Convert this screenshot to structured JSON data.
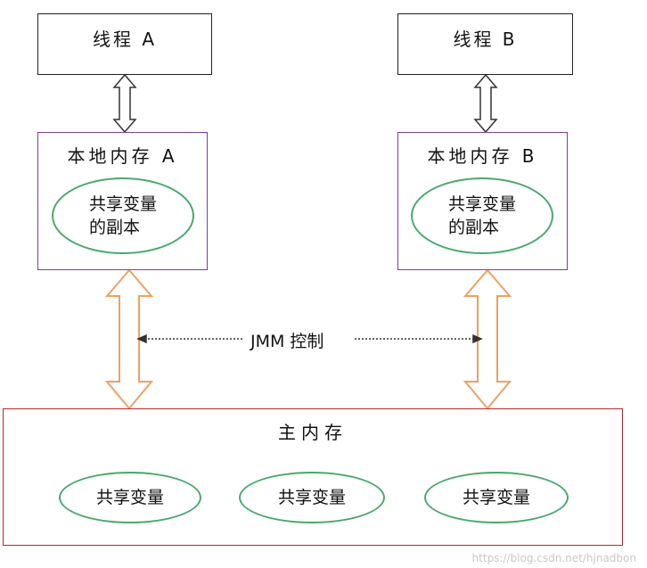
{
  "thread_a": {
    "label": "线程 A"
  },
  "thread_b": {
    "label": "线程 B"
  },
  "local_a": {
    "label": "本地内存 A",
    "copy_line1": "共享变量",
    "copy_line2": "的副本"
  },
  "local_b": {
    "label": "本地内存 B",
    "copy_line1": "共享变量",
    "copy_line2": "的副本"
  },
  "jmm": {
    "label": "JMM 控制"
  },
  "main_memory": {
    "label": "主内存",
    "variables": [
      "共享变量",
      "共享变量",
      "共享变量"
    ]
  },
  "watermark": "https://blog.csdn.net/hjnadbon",
  "colors": {
    "thread_border": "#222222",
    "local_border": "#7b3f9e",
    "main_border": "#b22a2a",
    "ellipse_border": "#49a86e",
    "orange_arrow": "#f0a060",
    "gray_arrow": "#333333"
  }
}
